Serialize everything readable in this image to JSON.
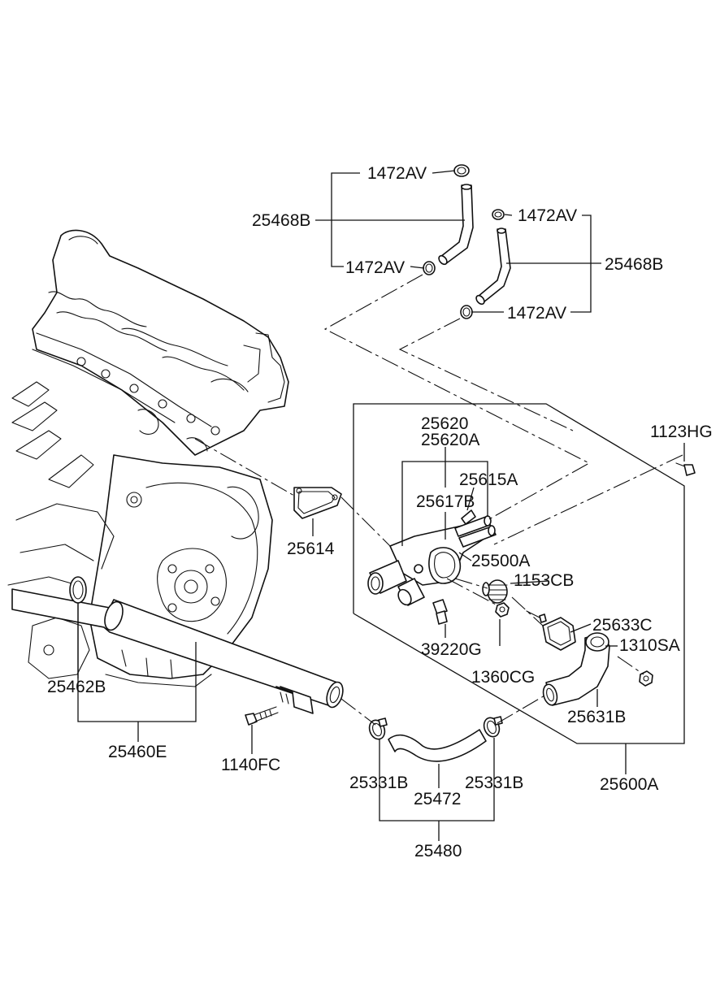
{
  "labels": {
    "clamp_top_upper": "1472AV",
    "hose_left": "25468B",
    "clamp_top_lower": "1472AV",
    "clamp_right_upper": "1472AV",
    "hose_right": "25468B",
    "clamp_right_lower": "1472AV",
    "housing_a": "25620",
    "housing_b": "25620A",
    "fitting_a": "25615A",
    "fitting_b": "25617B",
    "bolt_top": "1123HG",
    "gasket_housing": "25614",
    "thermostat_assy": "25500A",
    "stud": "1153CB",
    "gasket_cover": "25633C",
    "sensor": "39220G",
    "nut_sensor": "1360CG",
    "nut_cover": "1310SA",
    "oring": "25462B",
    "pipe_assy": "25460E",
    "outlet_fitting": "25631B",
    "bolt_pipe": "1140FC",
    "hose_clamp_left": "25331B",
    "hose_clamp_right": "25331B",
    "hose_lower": "25472",
    "hose_assy": "25480",
    "housing_assy": "25600A"
  },
  "icons": [
    "engine-block",
    "water-pipe",
    "hose",
    "clamp",
    "thermostat",
    "gasket",
    "bolt"
  ]
}
